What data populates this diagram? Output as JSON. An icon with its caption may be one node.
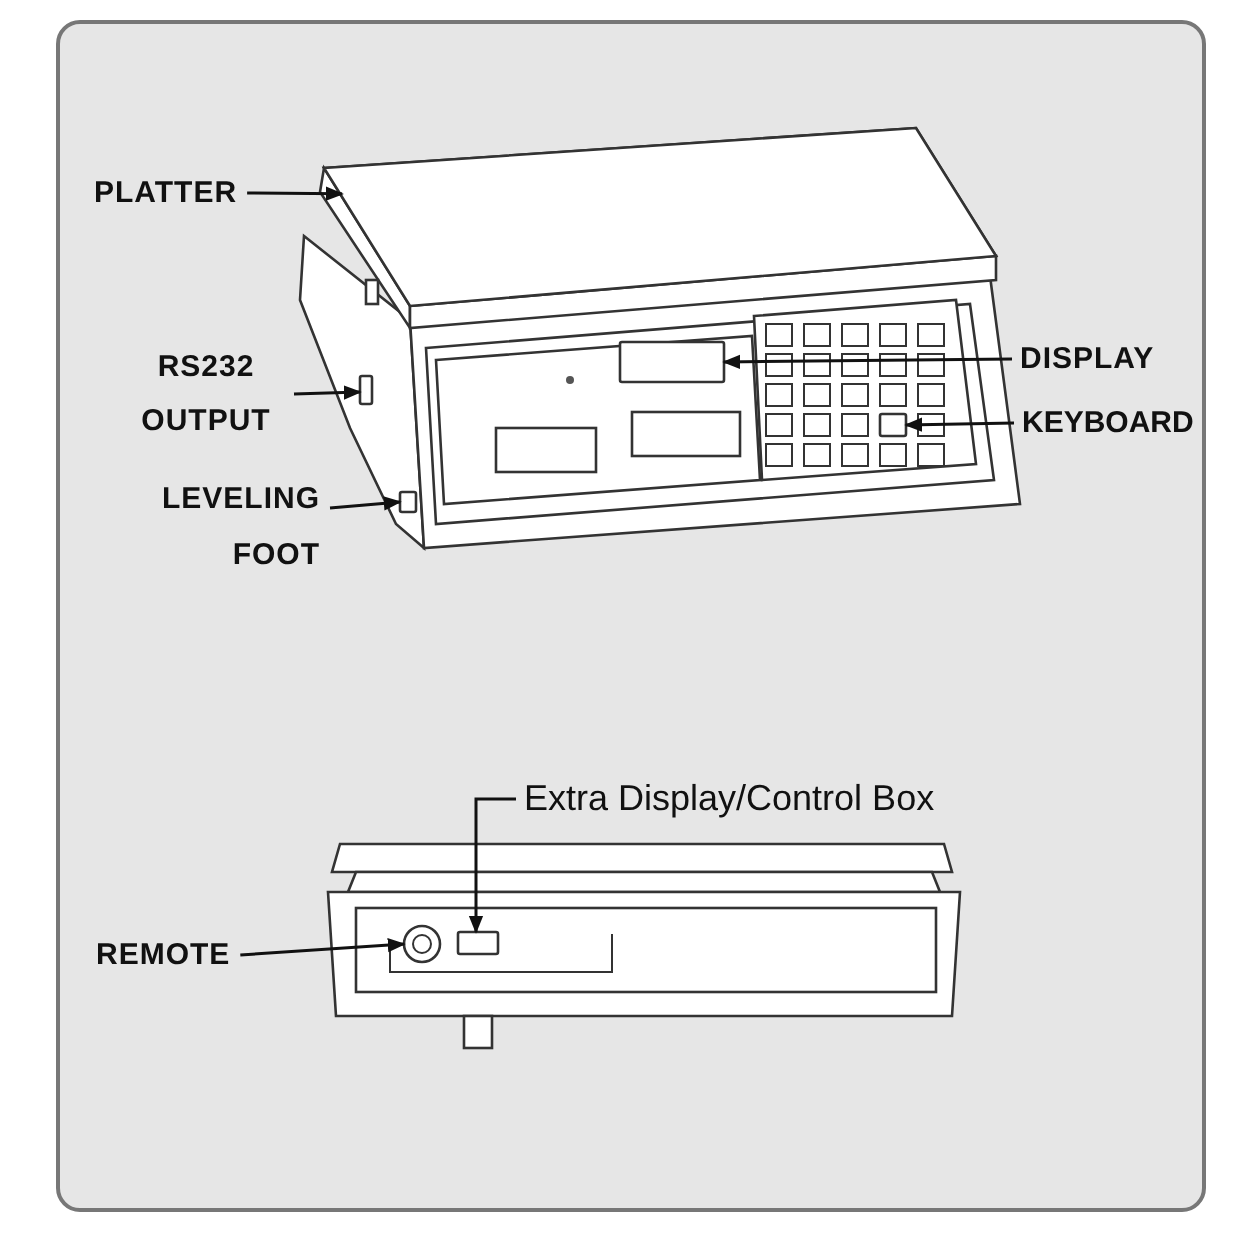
{
  "diagram": {
    "nodes": [
      {
        "text": [
          "PLATTER"
        ]
      },
      {
        "text": [],
        "shape": "box"
      },
      {
        "text": [
          "DISPLAY"
        ]
      },
      {
        "text": [],
        "shape": "box"
      },
      {
        "text": [
          "RS232 OUTPUT"
        ]
      },
      {
        "text": [],
        "shape": "box"
      },
      {
        "text": [
          "KEYBOARD"
        ]
      },
      {
        "text": [],
        "shape": "box"
      },
      {
        "text": [
          "LEVELING FOOT"
        ]
      },
      {
        "text": [],
        "shape": "box"
      },
      {
        "text": [
          "Extra Display/Control Box"
        ]
      },
      {
        "text": [],
        "shape": "box"
      },
      {
        "text": [
          "REMOTE"
        ]
      },
      {
        "text": [],
        "shape": "circle"
      }
    ],
    "edges": [
      {
        "from": 0,
        "to": 1,
        "arrow": "to"
      },
      {
        "from": 2,
        "to": 3,
        "arrow": "to"
      },
      {
        "from": 4,
        "to": 5,
        "arrow": "to"
      },
      {
        "from": 6,
        "to": 7,
        "arrow": "to"
      },
      {
        "from": 8,
        "to": 9,
        "arrow": "to"
      },
      {
        "from": 10,
        "to": 11,
        "arrow": "to"
      },
      {
        "from": 12,
        "to": 13,
        "arrow": "to"
      }
    ]
  }
}
